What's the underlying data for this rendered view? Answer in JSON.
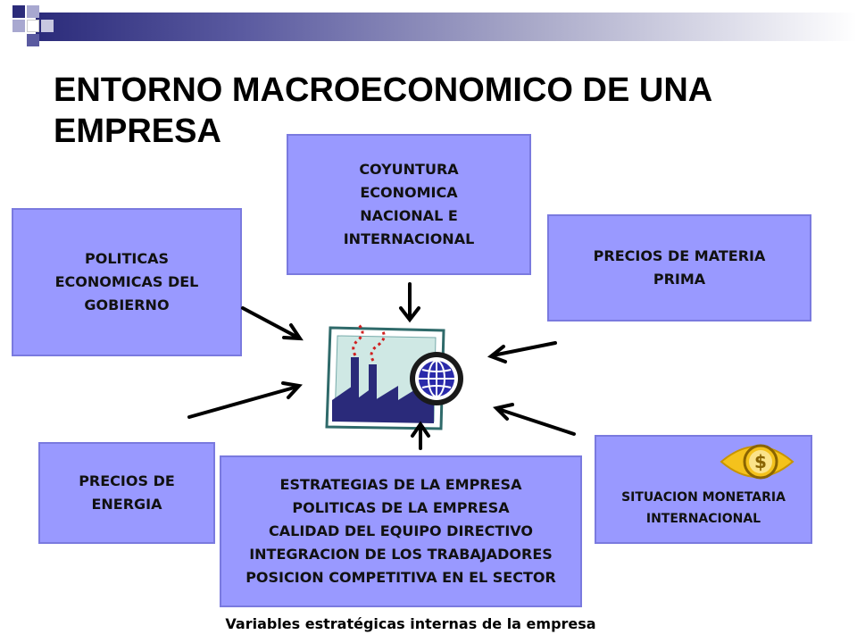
{
  "title": "ENTORNO MACROECONOMICO DE UNA EMPRESA",
  "nodes": {
    "coyuntura": "COYUNTURA\nECONOMICA\nNACIONAL E\nINTERNACIONAL",
    "politicas": "POLITICAS\nECONOMICAS DEL\nGOBIERNO",
    "precios_materia": "PRECIOS DE MATERIA\nPRIMA",
    "precios_energia": "PRECIOS DE\nENERGIA",
    "estrategias": "ESTRATEGIAS DE LA EMPRESA\nPOLITICAS DE LA EMPRESA\nCALIDAD DEL EQUIPO DIRECTIVO\nINTEGRACION DE LOS TRABAJADORES\nPOSICION COMPETITIVA EN EL SECTOR",
    "situacion": "SITUACION MONETARIA\nINTERNACIONAL"
  },
  "caption": "Variables estratégicas internas de la empresa",
  "icons": [
    "factory-globe-icon",
    "dollar-eye-icon"
  ],
  "colors": {
    "box_fill": "#9999ff",
    "box_border": "#7a7adf",
    "header_dark": "#2b2b7a"
  }
}
